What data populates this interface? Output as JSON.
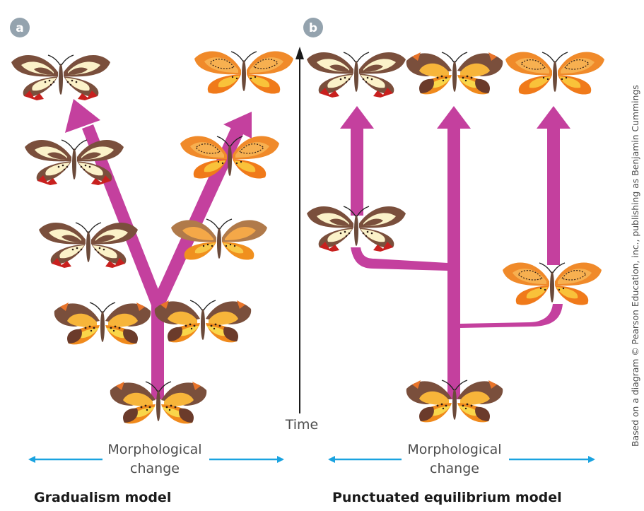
{
  "panels": {
    "a": {
      "badge": "a",
      "title": "Gradualism model",
      "axis_label_line1": "Morphological",
      "axis_label_line2": "change"
    },
    "b": {
      "badge": "b",
      "title": "Punctuated equilibrium model",
      "axis_label_line1": "Morphological",
      "axis_label_line2": "change"
    }
  },
  "time_label": "Time",
  "credit": "Based on a diagram © Pearson Education, inc., publishing as Benjamin Cummings",
  "colors": {
    "arrow": "#c4409e",
    "axis": "#1aa3e0",
    "badge": "#94a3ae",
    "time_arrow": "#1a1a1a"
  }
}
